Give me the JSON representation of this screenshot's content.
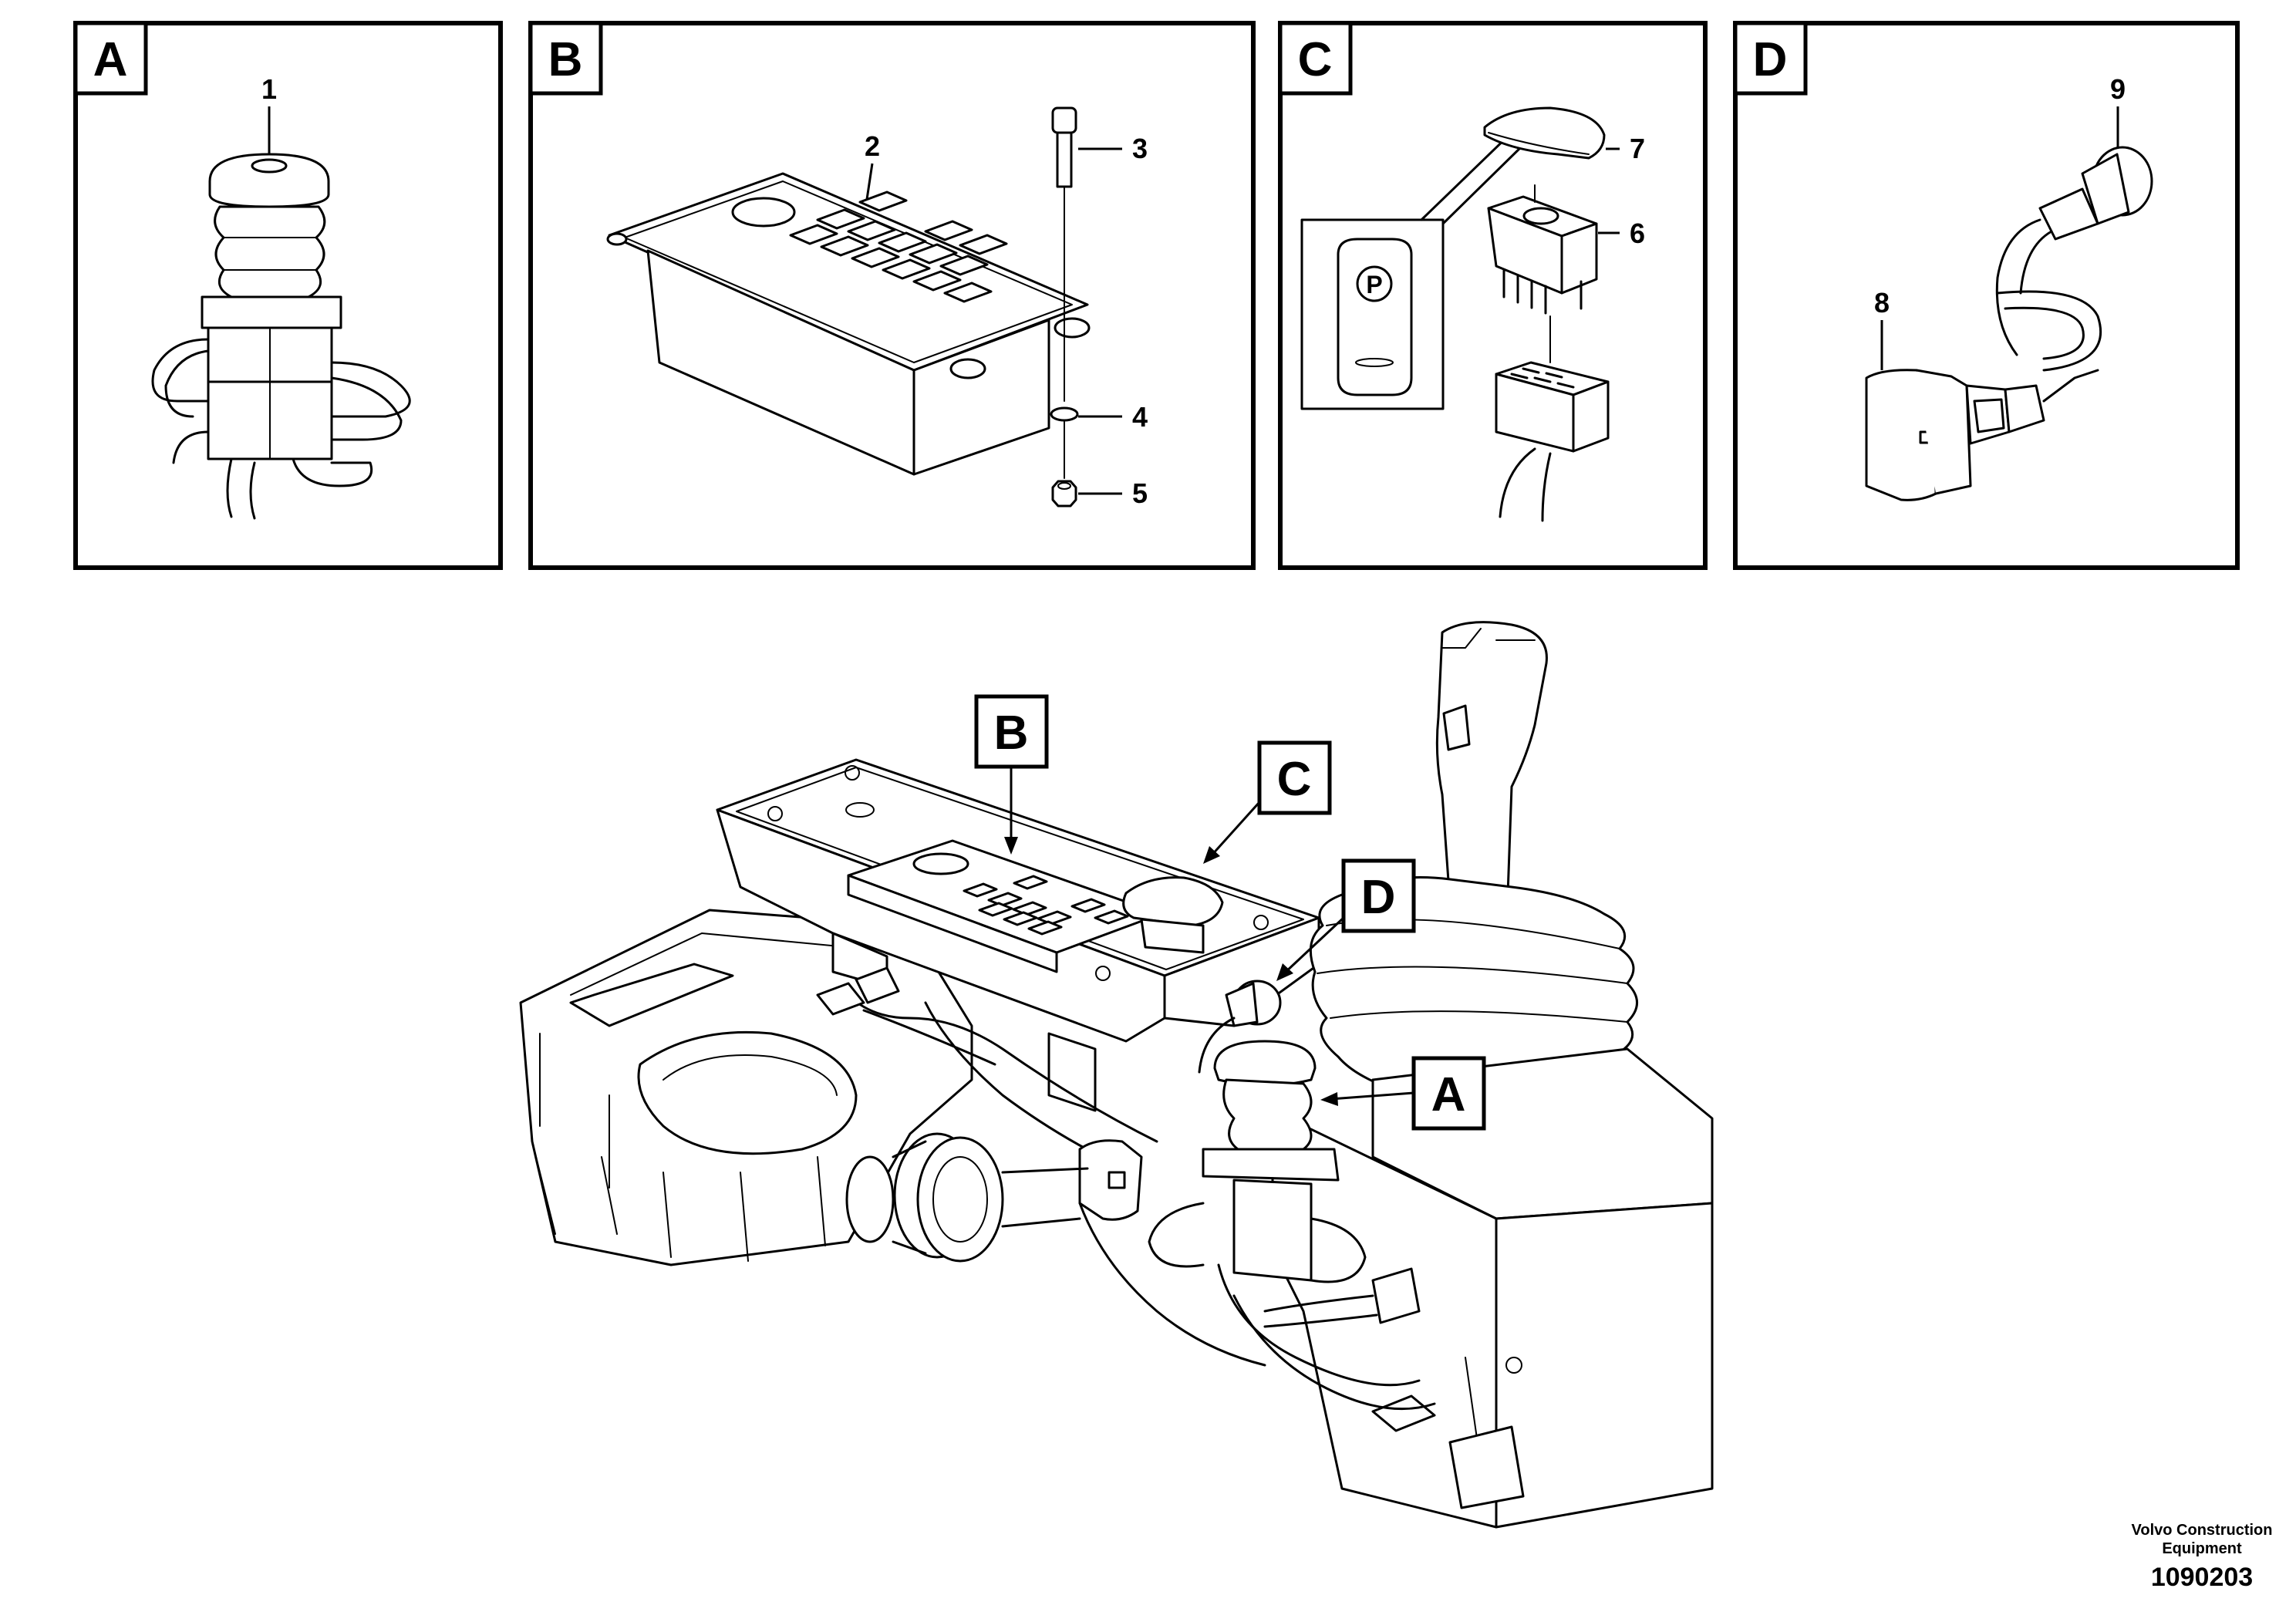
{
  "panels": [
    {
      "letter": "A"
    },
    {
      "letter": "B"
    },
    {
      "letter": "C"
    },
    {
      "letter": "D"
    }
  ],
  "parts": [
    "1",
    "2",
    "3",
    "4",
    "5",
    "6",
    "7",
    "8",
    "9"
  ],
  "main_view": {
    "tags": [
      "B",
      "C",
      "D",
      "A"
    ]
  },
  "icons": [
    "push-button-icon",
    "switch-panel-icon",
    "screw-icon",
    "washer-icon",
    "nut-icon",
    "rocker-switch-icon",
    "switch-cap-icon",
    "parking-brake-symbol-icon",
    "socket-outlet-icon",
    "switch-knob-icon",
    "console-assembly-icon"
  ],
  "footer": {
    "company_line1": "Volvo Construction",
    "company_line2": "Equipment",
    "drawing_number": "1090203"
  }
}
